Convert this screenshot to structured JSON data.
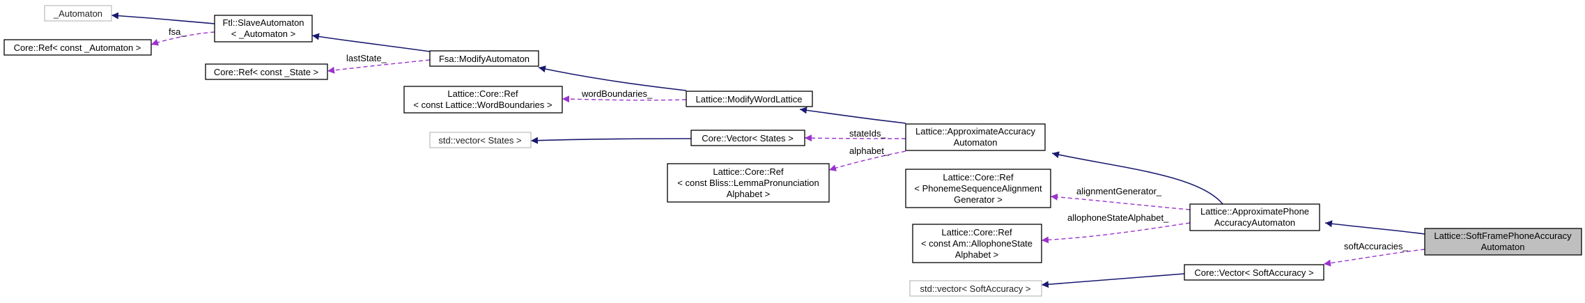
{
  "nodes": {
    "automaton_param": {
      "lines": [
        "_Automaton"
      ],
      "external": true
    },
    "slave_automaton": {
      "lines": [
        "Ftl::SlaveAutomaton",
        "< _Automaton >"
      ]
    },
    "core_ref_automaton": {
      "lines": [
        "Core::Ref< const _Automaton >"
      ]
    },
    "core_ref_state": {
      "lines": [
        "Core::Ref< const _State >"
      ]
    },
    "modify_automaton": {
      "lines": [
        "Fsa::ModifyAutomaton"
      ]
    },
    "core_ref_word_boundaries": {
      "lines": [
        "Lattice::Core::Ref",
        "< const Lattice::WordBoundaries >"
      ]
    },
    "modify_word_lattice": {
      "lines": [
        "Lattice::ModifyWordLattice"
      ]
    },
    "std_vector_states": {
      "lines": [
        "std::vector< States >"
      ],
      "external": true
    },
    "core_vector_states": {
      "lines": [
        "Core::Vector< States >"
      ]
    },
    "approximate_accuracy_automaton": {
      "lines": [
        "Lattice::ApproximateAccuracy",
        "Automaton"
      ]
    },
    "core_ref_lemma_alphabet": {
      "lines": [
        "Lattice::Core::Ref",
        "< const Bliss::LemmaPronunciation",
        "Alphabet >"
      ]
    },
    "core_ref_alignment_generator": {
      "lines": [
        "Lattice::Core::Ref",
        "< PhonemeSequenceAlignment",
        "Generator >"
      ]
    },
    "approximate_phone_accuracy_automaton": {
      "lines": [
        "Lattice::ApproximatePhone",
        "AccuracyAutomaton"
      ]
    },
    "core_ref_allophone_alphabet": {
      "lines": [
        "Lattice::Core::Ref",
        "< const Am::AllophoneState",
        "Alphabet >"
      ]
    },
    "soft_frame_phone_accuracy_automaton": {
      "lines": [
        "Lattice::SoftFramePhoneAccuracy",
        "Automaton"
      ],
      "focus": true
    },
    "core_vector_soft_accuracy": {
      "lines": [
        "Core::Vector< SoftAccuracy >"
      ]
    },
    "std_vector_soft_accuracy": {
      "lines": [
        "std::vector< SoftAccuracy >"
      ],
      "external": true
    }
  },
  "edge_labels": {
    "fsa": "fsa_",
    "last_state": "lastState_",
    "word_boundaries": "wordBoundaries_",
    "state_ids": "stateIds_",
    "alphabet": "alphabet_",
    "alignment_generator": "alignmentGenerator_",
    "allophone_state_alphabet": "allophoneStateAlphabet_",
    "soft_accuracies": "softAccuracies_"
  },
  "colors": {
    "inheritance_edge": "#191970",
    "member_edge": "#9a32cd",
    "focus_fill": "#bfbfbf",
    "external_border": "#bfbfbf"
  }
}
